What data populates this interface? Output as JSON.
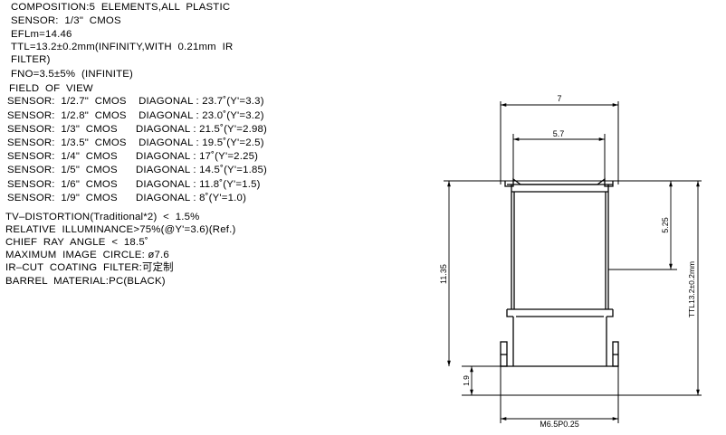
{
  "spec_lines": [
    "COMPOSITION:5  ELEMENTS,ALL  PLASTIC",
    "SENSOR:  1/3\"  CMOS",
    "EFLm=14.46",
    "TTL=13.2±0.2mm(INFINITY,WITH  0.21mm  IR",
    "FILTER)",
    "FNO=3.5±5%  (INFINITE)",
    "FIELD  OF  VIEW",
    "SENSOR:  1/2.7\"  CMOS    DIAGONAL : 23.7˚(Y'=3.3)",
    "SENSOR:  1/2.8\"  CMOS    DIAGONAL : 23.0˚(Y'=3.2)",
    "SENSOR:  1/3\"  CMOS      DIAGONAL : 21.5˚(Y'=2.98)",
    "SENSOR:  1/3.5\"  CMOS    DIAGONAL : 19.5˚(Y'=2.5)",
    "SENSOR:  1/4\"  CMOS      DIAGONAL : 17˚(Y'=2.25)",
    "SENSOR:  1/5\"  CMOS      DIAGONAL : 14.5˚(Y'=1.85)",
    "SENSOR:  1/6\"  CMOS      DIAGONAL : 11.8˚(Y'=1.5)",
    "SENSOR:  1/9\"  CMOS      DIAGONAL : 8˚(Y'=1.0)",
    "TV–DISTORTION(Traditional*2)  <  1.5%",
    "RELATIVE  ILLUMINANCE>75%(@Y'=3.6)(Ref.)",
    "CHIEF  RAY  ANGLE  <  18.5˚",
    "MAXIMUM  IMAGE  CIRCLE: ø7.6",
    "IR–CUT  COATING  FILTER:可定制",
    "BARREL  MATERIAL:PC(BLACK)"
  ],
  "dimensions": {
    "top_width": "7",
    "inner_width": "5.7",
    "upper_height": "5.25",
    "body_height": "11.35",
    "ttl": "TTL13.2±0.2mm",
    "thread_height": "1.9",
    "thread": "M6.5P0.25"
  }
}
